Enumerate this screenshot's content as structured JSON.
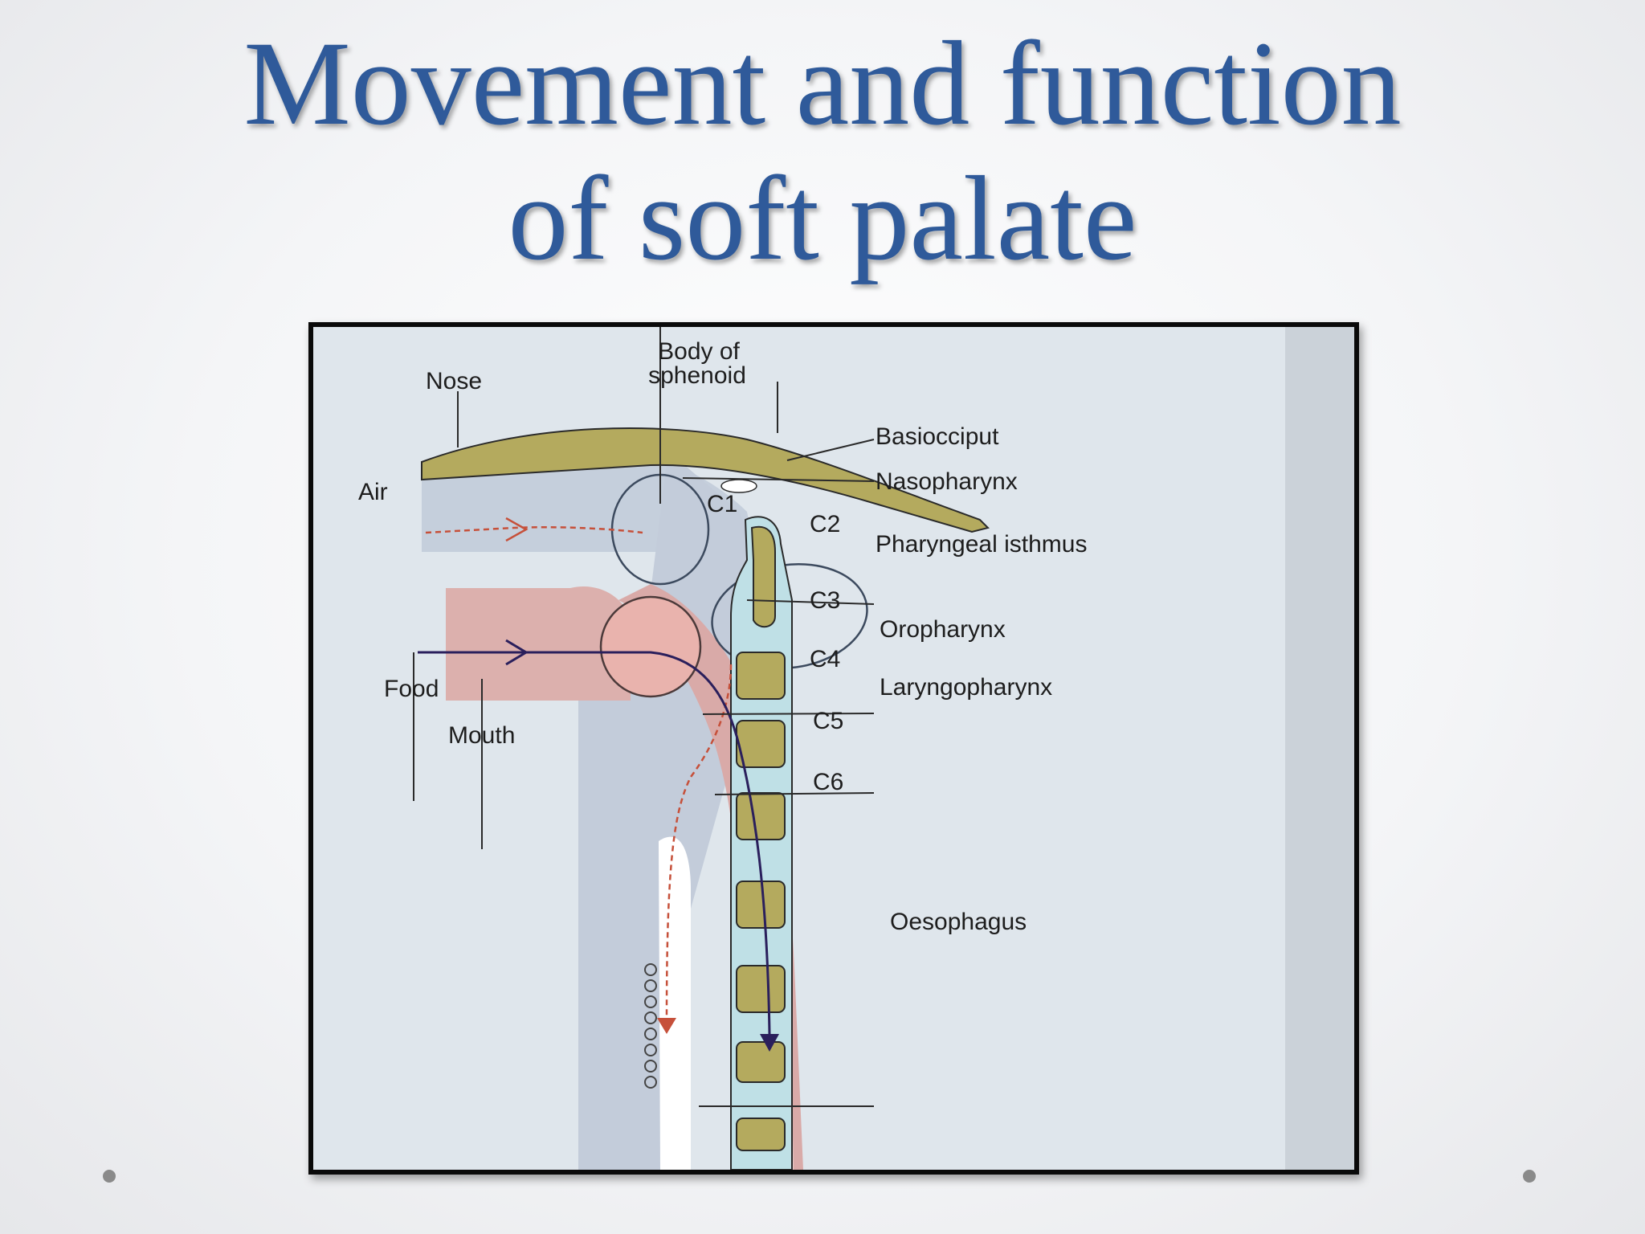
{
  "slide": {
    "title_line1": "Movement and function",
    "title_line2": "of soft palate"
  },
  "diagram": {
    "labels": {
      "body_of_sphenoid_line1": "Body of",
      "body_of_sphenoid_line2": "sphenoid",
      "nose": "Nose",
      "basiocciput": "Basiocciput",
      "nasopharynx": "Nasopharynx",
      "air": "Air",
      "c1": "C1",
      "c2": "C2",
      "pharyngeal_isthmus": "Pharyngeal isthmus",
      "c3": "C3",
      "oropharynx": "Oropharynx",
      "c4": "C4",
      "laryngopharynx": "Laryngopharynx",
      "food": "Food",
      "c5": "C5",
      "mouth": "Mouth",
      "c6": "C6",
      "oesophagus": "Oesophagus"
    },
    "colors": {
      "bone": "#b4aa5e",
      "airway": "#c5cfdc",
      "food_path": "#dfb1ad",
      "vertebral_column": "#bfe0e6",
      "air_arrow": "#c6503a",
      "food_arrow": "#2a1f5c"
    }
  }
}
